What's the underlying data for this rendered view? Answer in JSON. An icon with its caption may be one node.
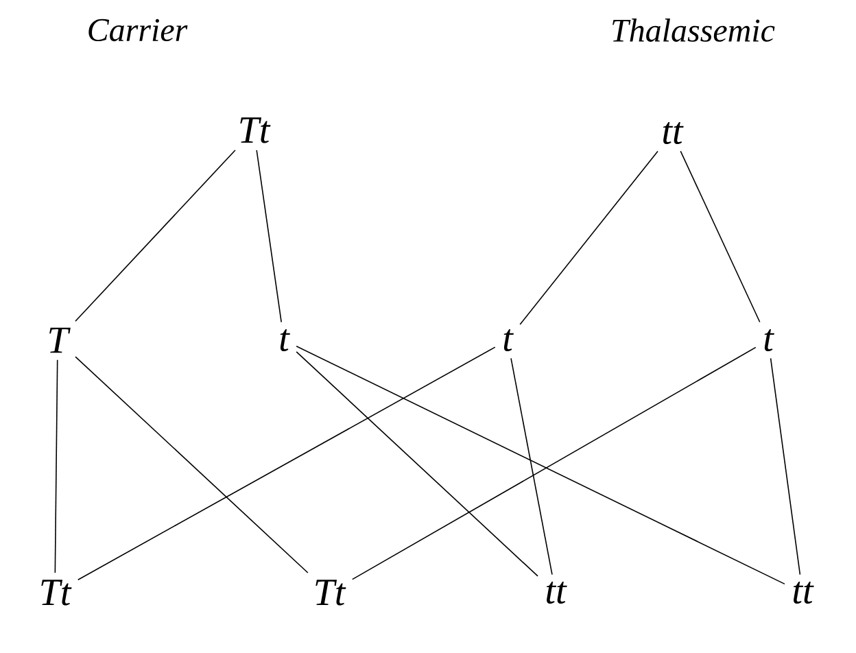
{
  "diagram": {
    "nodes": [
      {
        "text": [
          "Tt"
        ]
      },
      {
        "text": [
          "tt"
        ]
      },
      {
        "text": [
          "T"
        ]
      },
      {
        "text": [
          "t"
        ]
      },
      {
        "text": [
          "t"
        ]
      },
      {
        "text": [
          "t"
        ]
      },
      {
        "text": [
          "Tt"
        ]
      },
      {
        "text": [
          "Tt"
        ]
      },
      {
        "text": [
          "tt"
        ]
      },
      {
        "text": [
          "tt"
        ]
      }
    ],
    "edges": [
      {
        "from": 0,
        "to": 2,
        "arrow": "none"
      },
      {
        "from": 0,
        "to": 3,
        "arrow": "none"
      },
      {
        "from": 1,
        "to": 4,
        "arrow": "none"
      },
      {
        "from": 1,
        "to": 5,
        "arrow": "none"
      },
      {
        "from": 2,
        "to": 6,
        "arrow": "none"
      },
      {
        "from": 4,
        "to": 6,
        "arrow": "none"
      },
      {
        "from": 2,
        "to": 7,
        "arrow": "none"
      },
      {
        "from": 5,
        "to": 7,
        "arrow": "none"
      },
      {
        "from": 3,
        "to": 8,
        "arrow": "none"
      },
      {
        "from": 4,
        "to": 8,
        "arrow": "none"
      },
      {
        "from": 3,
        "to": 9,
        "arrow": "none"
      },
      {
        "from": 5,
        "to": 9,
        "arrow": "none"
      }
    ],
    "labels": [
      "Carrier",
      "Thalassemic"
    ]
  }
}
